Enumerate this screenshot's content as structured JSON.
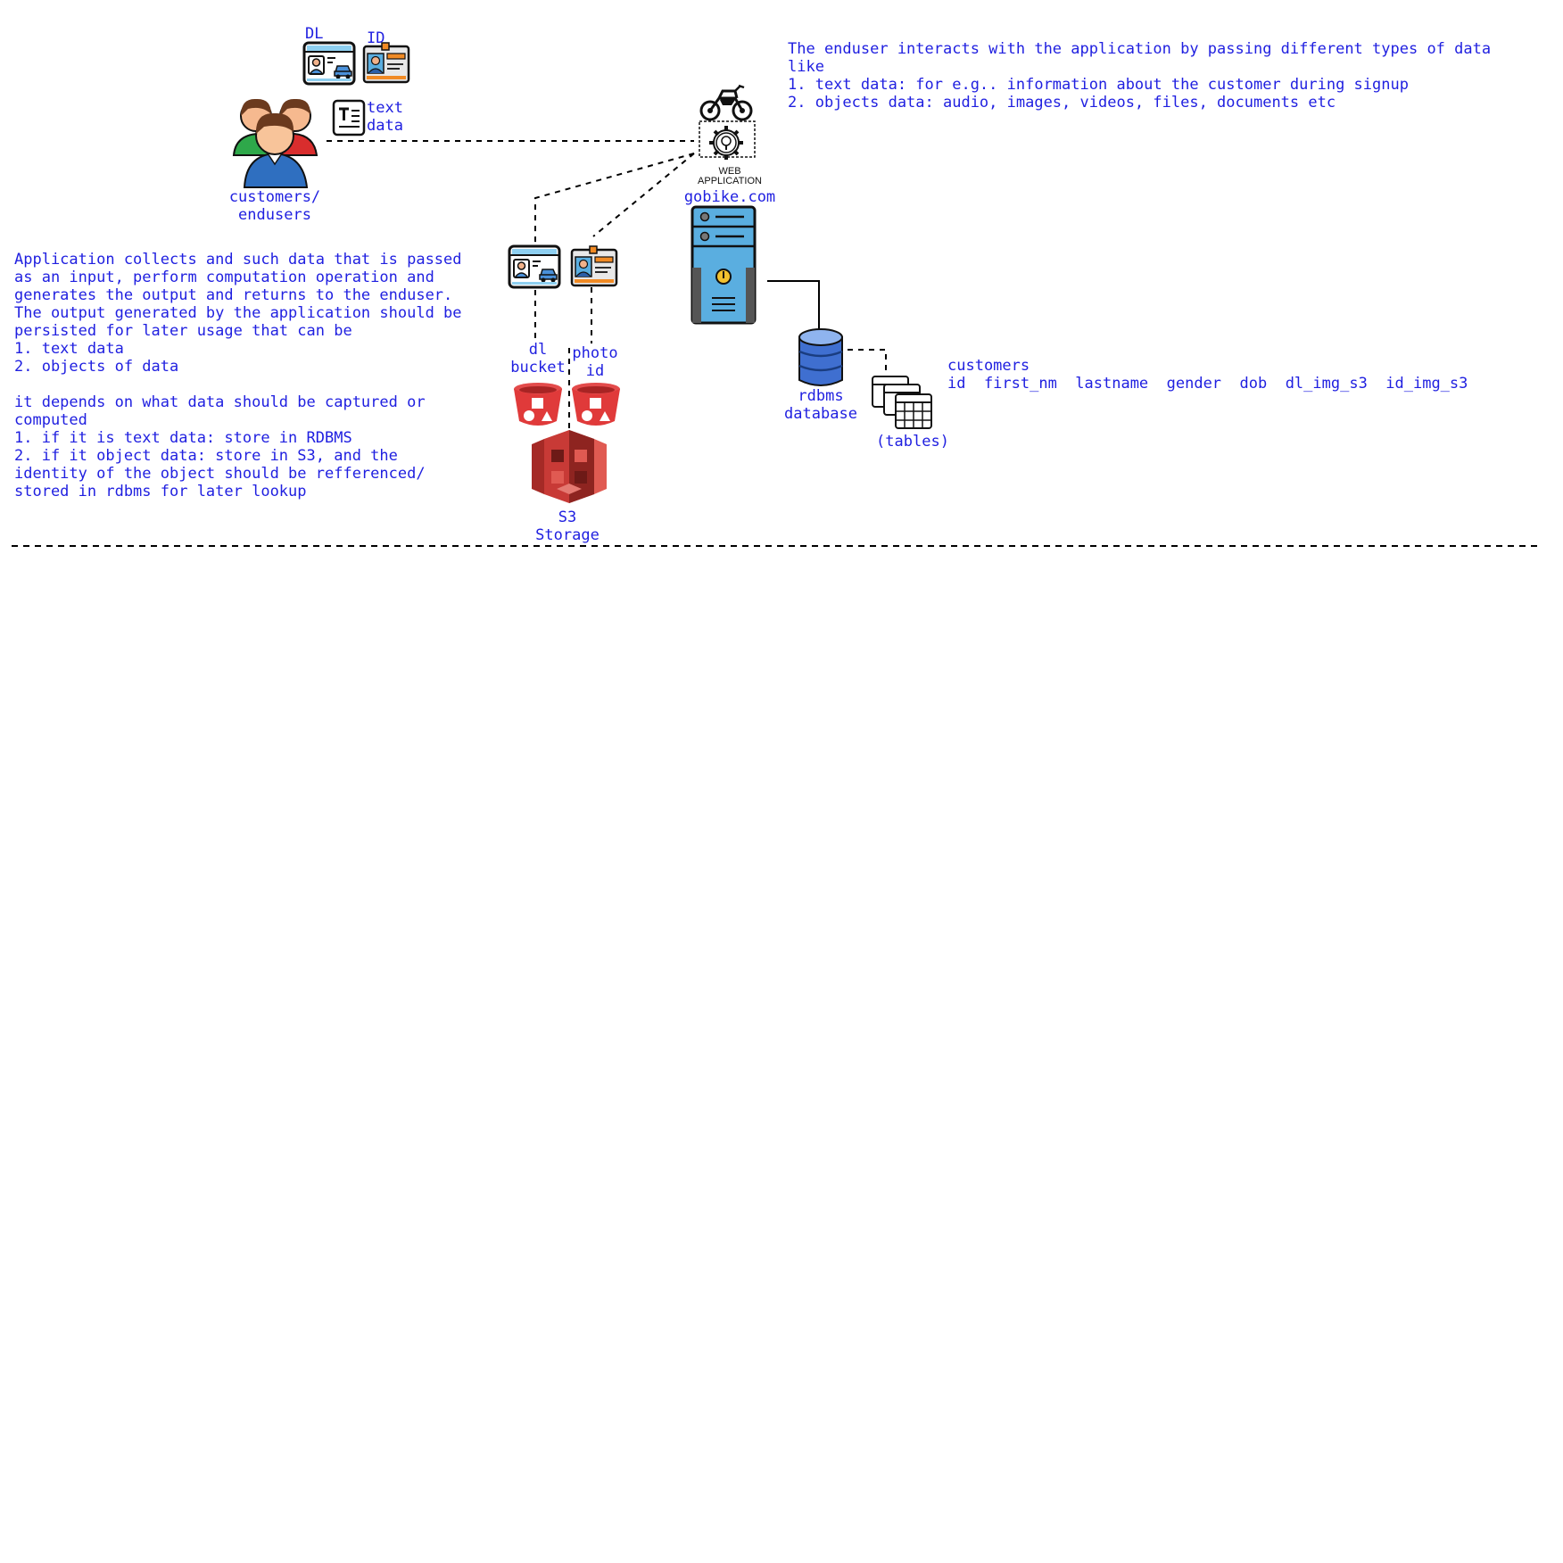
{
  "colors": {
    "text": "#1f1fe0",
    "line": "#000000",
    "bucket": "#e03a3a",
    "s3": "#c83a36",
    "server": "#5aaee0",
    "db": "#3f6fd0"
  },
  "labels": {
    "dl": "DL",
    "id": "ID",
    "text_data": "text\ndata",
    "customers": "customers/\nendusers",
    "web_app_caption": "WEB\nAPPLICATION",
    "app_domain": "gobike.com",
    "dl_bucket": "dl\nbucket",
    "photo_id": "photo\nid",
    "s3_storage": "S3\nStorage",
    "rdbms": "rdbms\ndatabase",
    "tables": "(tables)",
    "table_name": "customers",
    "table_columns": "id  first_nm  lastname  gender  dob  dl_img_s3  id_img_s3"
  },
  "notes": {
    "top_right": "The enduser interacts with the application by passing different types of data\nlike\n1. text data: for e.g.. information about the customer during signup\n2. objects data: audio, images, videos, files, documents etc",
    "left": "Application collects and such data that is passed\nas an input, perform computation operation and\ngenerates the output and returns to the enduser.\nThe output generated by the application should be\npersisted for later usage that can be\n1. text data\n2. objects of data\n\nit depends on what data should be captured or\ncomputed\n1. if it is text data: store in RDBMS\n2. if it object data: store in S3, and the\nidentity of the object should be refferenced/\nstored in rdbms for later lookup"
  },
  "icons": [
    "dl-card-icon",
    "id-card-icon",
    "text-document-icon",
    "users-group-icon",
    "motorbike-web-app-icon",
    "server-tower-icon",
    "s3-bucket-icon",
    "s3-storage-icon",
    "database-icon",
    "tables-icon"
  ]
}
